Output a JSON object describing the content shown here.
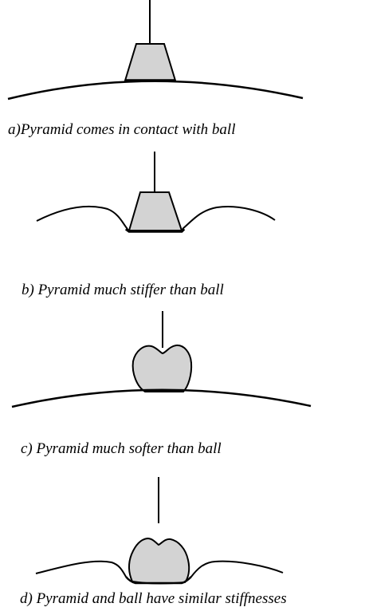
{
  "figure": {
    "panels": [
      {
        "id": "a",
        "caption": "a)Pyramid comes in contact with ball"
      },
      {
        "id": "b",
        "caption": "b) Pyramid much stiffer than ball"
      },
      {
        "id": "c",
        "caption": "c) Pyramid much softer than ball"
      },
      {
        "id": "d",
        "caption": "d) Pyramid and ball have similar stiffnesses"
      }
    ],
    "colors": {
      "indenter_fill": "#d3d3d3",
      "stroke": "#000000",
      "background": "#ffffff"
    }
  }
}
